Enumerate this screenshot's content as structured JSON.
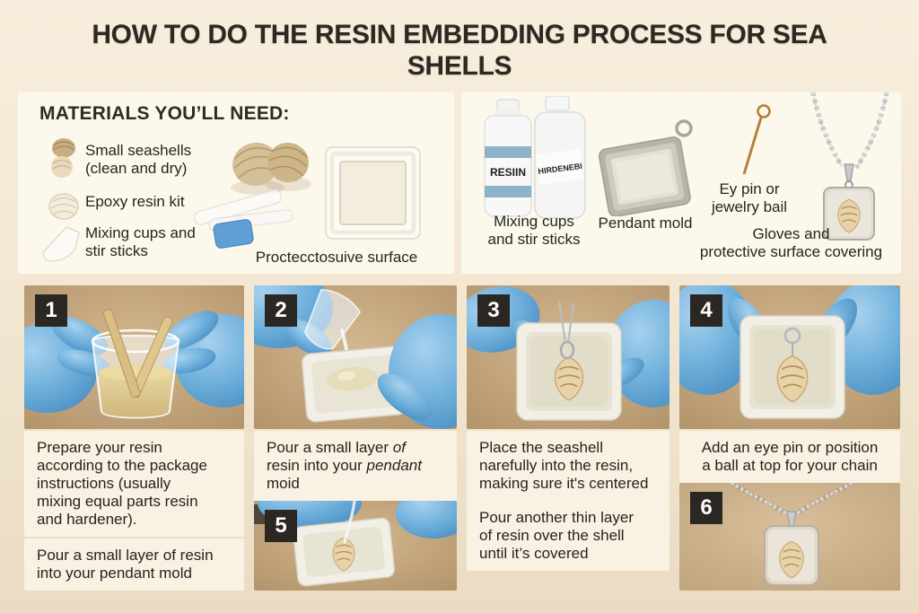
{
  "title": "HOW TO DO THE RESIN EMBEDDING PROCESS FOR SEA\nSHELLS",
  "palette": {
    "background_top": "#f8eedd",
    "background_bottom": "#eadcc2",
    "panel": "#fdf8ec",
    "caption_box": "#f9f2e2",
    "badge": "#2b2823",
    "glove_blue": "#6fb0dc",
    "photo_tan": "#c3a47f",
    "eraser_blue": "#5f9fd6",
    "text_dark": "#262420"
  },
  "materials_left": {
    "heading": "MATERIALS YOU’LL NEED:",
    "items": [
      {
        "label": "Small seashells\n(clean and dry)",
        "icon": "seashells-icon"
      },
      {
        "label": "Epoxy resin kit",
        "icon": "shell-icon"
      },
      {
        "label": "Mixing cups and\nstir sticks",
        "icon": "scraper-icon"
      }
    ],
    "photo_caption": "Proctecctosuive surface"
  },
  "materials_right": {
    "bottle_resin_label": "RESIIN",
    "bottle_hardener_label": "HIRDENEBI",
    "mixing_caption": "Mixing cups\nand stir sticks",
    "pendant_caption": "Pendant mold",
    "eyepin_caption": "Ey pin or\njewelry bail",
    "gloves_caption": "Gloves and\nprotective surface covering"
  },
  "steps": {
    "badges": [
      "1",
      "2",
      "3",
      "4",
      "5",
      "6"
    ],
    "captions": {
      "prepare": "Prepare your resin\naccording to the package\ninstructions (usually\nmixing equal parts resin\nand hardener).",
      "pour_first": "Pour a small layer of resin\ninto your pendant mold",
      "pour_rich": [
        {
          "t": "Pour a small layer "
        },
        {
          "t": "of",
          "i": true
        },
        {
          "t": "\nresin into your "
        },
        {
          "t": "pendant",
          "i": true
        },
        {
          "t": "\nmoid"
        }
      ],
      "place_shell": "Place the seashell\nnarefully into the resin,\nmaking sure it's centered",
      "pour_again": "Pour another thin layer\nof resin over the shell\nuntil it’s covered",
      "add_pin": "Add an eye pin or position\na ball at top for your chain"
    }
  }
}
